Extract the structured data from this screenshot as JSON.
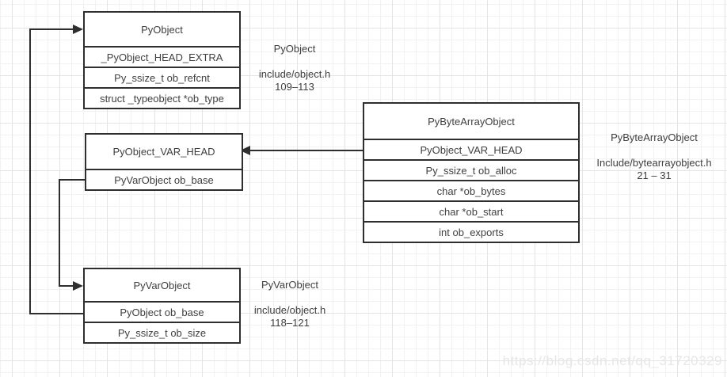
{
  "diagram": {
    "boxes": {
      "pyobject": {
        "title": "PyObject",
        "rows": [
          "_PyObject_HEAD_EXTRA",
          "Py_ssize_t ob_refcnt",
          "struct _typeobject *ob_type"
        ]
      },
      "pyobject_var_head": {
        "title": "PyObject_VAR_HEAD",
        "rows": [
          "PyVarObject ob_base"
        ]
      },
      "pybytearrayobject": {
        "title": "PyByteArrayObject",
        "rows": [
          "PyObject_VAR_HEAD",
          "Py_ssize_t ob_alloc",
          "char *ob_bytes",
          "char *ob_start",
          "int ob_exports"
        ]
      },
      "pyvarobject": {
        "title": "PyVarObject",
        "rows": [
          "PyObject ob_base",
          "Py_ssize_t ob_size"
        ]
      }
    },
    "labels": {
      "pyobject": {
        "name": "PyObject",
        "file": "include/object.h",
        "lines": "109–113"
      },
      "pybytearrayobject": {
        "name": "PyByteArrayObject",
        "file": "Include/bytearrayobject.h",
        "lines": "21 – 31"
      },
      "pyvarobject": {
        "name": "PyVarObject",
        "file": "include/object.h",
        "lines": "118–121"
      }
    },
    "watermark": "https://blog.csdn.net/qq_31720329",
    "colors": {
      "line": "#2e2e2e",
      "text": "#3f3f3f",
      "grid_minor": "#f2f2f2",
      "grid_major": "#e4e4e4",
      "watermark": "#e7e7e7",
      "box_fill": "#ffffff"
    }
  }
}
